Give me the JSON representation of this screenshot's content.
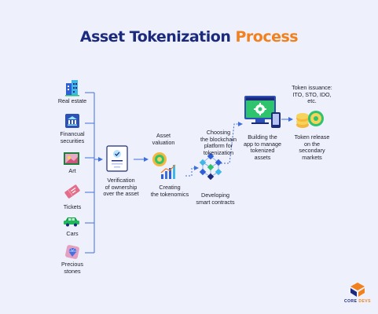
{
  "title": {
    "part1": "Asset Tokenization",
    "part2": "Process"
  },
  "assets": [
    {
      "label": "Real estate",
      "icon": "building-icon"
    },
    {
      "label": "Financual\nsecurities",
      "icon": "bank-icon"
    },
    {
      "label": "Art",
      "icon": "painting-icon"
    },
    {
      "label": "Tickets",
      "icon": "ticket-icon"
    },
    {
      "label": "Cars",
      "icon": "car-icon"
    },
    {
      "label": "Precious\nstones",
      "icon": "gemstone-icon"
    }
  ],
  "steps": {
    "verification": "Verification\nof ownership\nover the asset",
    "valuation": "Asset\nvaluation",
    "tokenomics": "Creating\nthe tokenomics",
    "smart_contracts": "Developing\nsmart contracts",
    "blockchain": "Choosing\nthe blockchain\nplatform for\ntokenization",
    "app": "Building the\napp to manage\ntokenized\nassets",
    "issuance": "Token issuance:\nITO, STO, IDO,\netc.",
    "release": "Token release\non the\nsecondary\nmarkets"
  },
  "logo": {
    "part1": "CORE",
    "part2": "DEVS"
  },
  "colors": {
    "navy": "#1c2a7d",
    "orange": "#f1801d",
    "line_blue": "#3d6fe0",
    "green": "#34c759",
    "background": "#eef0fb"
  }
}
